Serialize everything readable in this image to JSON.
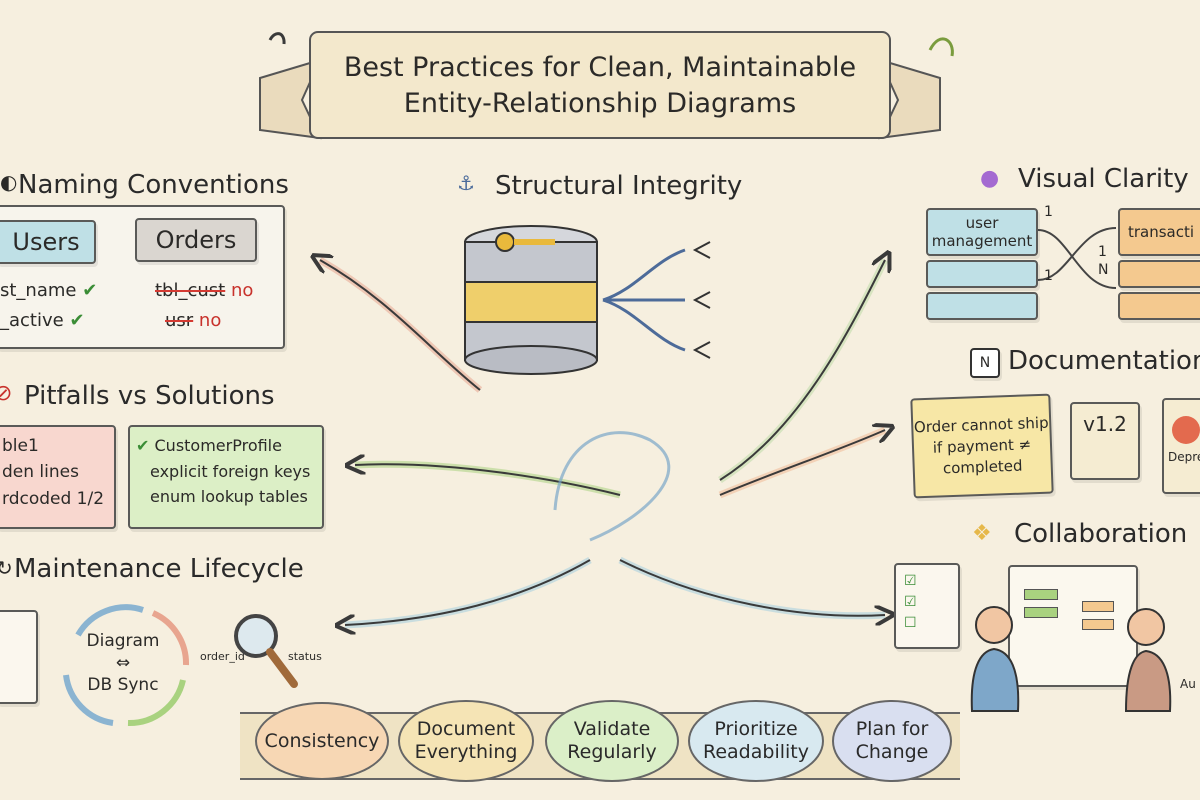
{
  "title": {
    "line1": "Best Practices for Clean, Maintainable",
    "line2": "Entity-Relationship Diagrams"
  },
  "naming": {
    "title": "Naming Conventions",
    "table1": "Users",
    "table2": "Orders",
    "good1": "st_name",
    "good2": "_active",
    "bad1": "tbl_cust",
    "bad2": "usr",
    "no": "no"
  },
  "pitfalls": {
    "title": "Pitfalls vs Solutions",
    "bad": [
      "ble1",
      "den lines",
      "rdcoded 1/2"
    ],
    "good": [
      "CustomerProfile",
      "explicit foreign keys",
      "enum lookup tables"
    ]
  },
  "maintenance": {
    "title": "Maintenance Lifecycle",
    "cycle_line1": "Diagram",
    "cycle_arrow": "⇔",
    "cycle_line2": "DB Sync",
    "col1": "order_id",
    "col2": "status"
  },
  "structural": {
    "title": "Structural Integrity"
  },
  "visual": {
    "title": "Visual Clarity",
    "left_label": "user management",
    "right_label": "transacti",
    "card_1a": "1",
    "card_1b": "1",
    "card_n1": "1",
    "card_n": "N"
  },
  "documentation": {
    "title": "Documentation",
    "calendar_letter": "N",
    "note": "Order cannot ship if payment ≠ completed",
    "version": "v1.2",
    "deprecated": "Depre"
  },
  "collaboration": {
    "title": "Collaboration",
    "cut_label": "Au"
  },
  "principles": [
    "Consistency",
    "Document Everything",
    "Validate Regularly",
    "Prioritize Readability",
    "Plan for Change"
  ],
  "colors": {
    "blue_table": "#bfe0e6",
    "orange_table": "#f4c98f",
    "green_box": "#dcefc6",
    "red_box": "#f8d7cf",
    "note_yellow": "#f7e7a6"
  }
}
